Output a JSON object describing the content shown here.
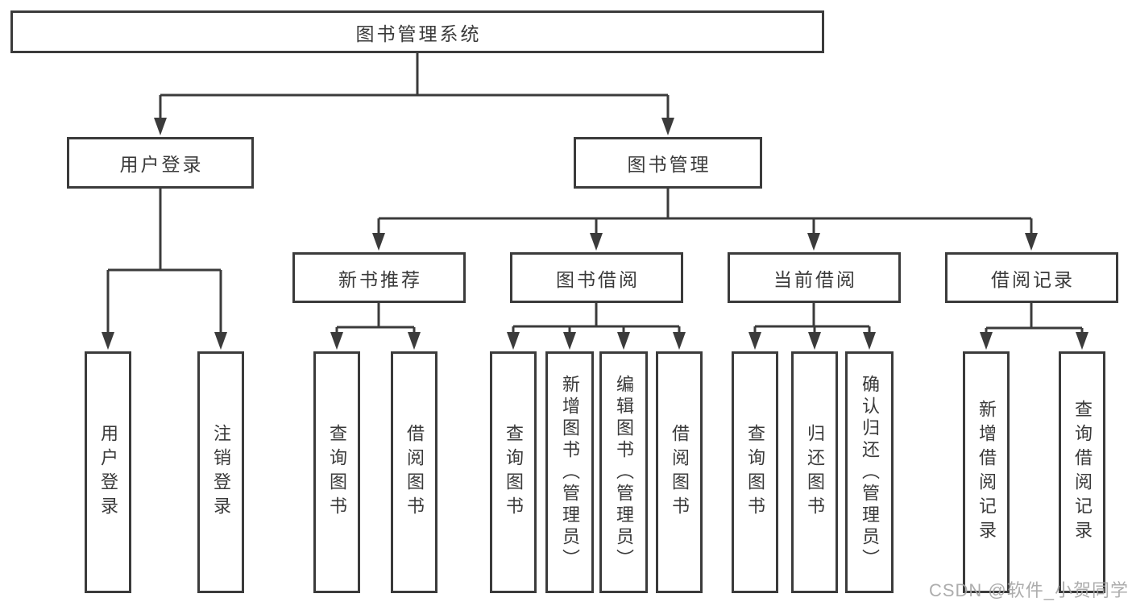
{
  "diagram": {
    "type": "hierarchy-structure-chart",
    "colors": {
      "line": "#3b3b3b",
      "box_border": "#3b3b3b",
      "box_fill": "#ffffff",
      "text": "#3a3a3a",
      "watermark": "#a5a5a5",
      "background": "#ffffff"
    },
    "tree": {
      "label": "图书管理系统",
      "children": [
        {
          "label": "用户登录",
          "children": [
            {
              "label": "用户登录"
            },
            {
              "label": "注销登录"
            }
          ]
        },
        {
          "label": "图书管理",
          "children": [
            {
              "label": "新书推荐",
              "children": [
                {
                  "label": "查询图书"
                },
                {
                  "label": "借阅图书"
                }
              ]
            },
            {
              "label": "图书借阅",
              "children": [
                {
                  "label": "查询图书"
                },
                {
                  "label": "新增图书（管理员）"
                },
                {
                  "label": "编辑图书（管理员）"
                },
                {
                  "label": "借阅图书"
                }
              ]
            },
            {
              "label": "当前借阅",
              "children": [
                {
                  "label": "查询图书"
                },
                {
                  "label": "归还图书"
                },
                {
                  "label": "确认归还（管理员）"
                }
              ]
            },
            {
              "label": "借阅记录",
              "children": [
                {
                  "label": "新增借阅记录"
                },
                {
                  "label": "查询借阅记录"
                }
              ]
            }
          ]
        }
      ]
    },
    "watermark": "CSDN @软件_小贺同学"
  }
}
